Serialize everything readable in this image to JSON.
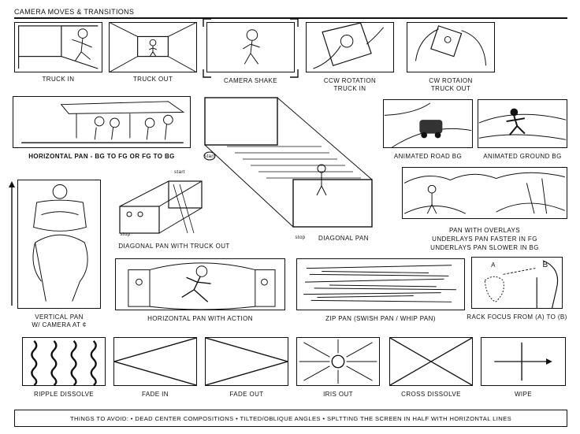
{
  "header": {
    "title": "CAMERA MOVES & TRANSITIONS"
  },
  "captions": {
    "truck_in": "TRUCK IN",
    "truck_out": "TRUCK OUT",
    "camera_shake": "CAMERA SHAKE",
    "ccw_rotation_1": "CCW ROTATION",
    "ccw_rotation_2": "TRUCK IN",
    "cw_rotation_1": "CW ROTAION",
    "cw_rotation_2": "TRUCK OUT",
    "horizontal_pan": "HORIZONTAL PAN - BG TO FG OR FG TO BG",
    "diagonal_pan": "DIAGONAL PAN",
    "animated_road": "ANIMATED ROAD BG",
    "animated_ground": "ANIMATED GROUND BG",
    "vertical_pan_1": "VERTICAL PAN",
    "vertical_pan_2": "W/ CAMERA AT ¢",
    "diagonal_truck": "DIAGONAL PAN WITH TRUCK OUT",
    "overlays_1": "PAN WITH OVERLAYS",
    "overlays_2": "UNDERLAYS PAN FASTER IN FG",
    "overlays_3": "UNDERLAYS PAN SLOWER IN BG",
    "horizontal_action": "HORIZONTAL PAN WITH ACTION",
    "zip_pan": "ZIP PAN (SWISH PAN / WHIP PAN)",
    "rack_focus": "RACK FOCUS FROM (A) TO (B)",
    "ripple": "RIPPLE DISSOLVE",
    "fade_in": "FADE IN",
    "fade_out": "FADE OUT",
    "iris_out": "IRIS OUT",
    "cross_dissolve": "CROSS DISSOLVE",
    "wipe": "WIPE"
  },
  "labels": {
    "start": "start",
    "stop": "stop",
    "stop2": "stop",
    "start2": "start",
    "a": "A",
    "b": "B"
  },
  "footer": {
    "avoid": "THINGS TO AVOID:  • DEAD CENTER COMPOSITIONS  • TILTED/OBLIQUE ANGLES  • SPLTTING THE SCREEN IN HALF WITH HORIZONTAL LINES"
  }
}
